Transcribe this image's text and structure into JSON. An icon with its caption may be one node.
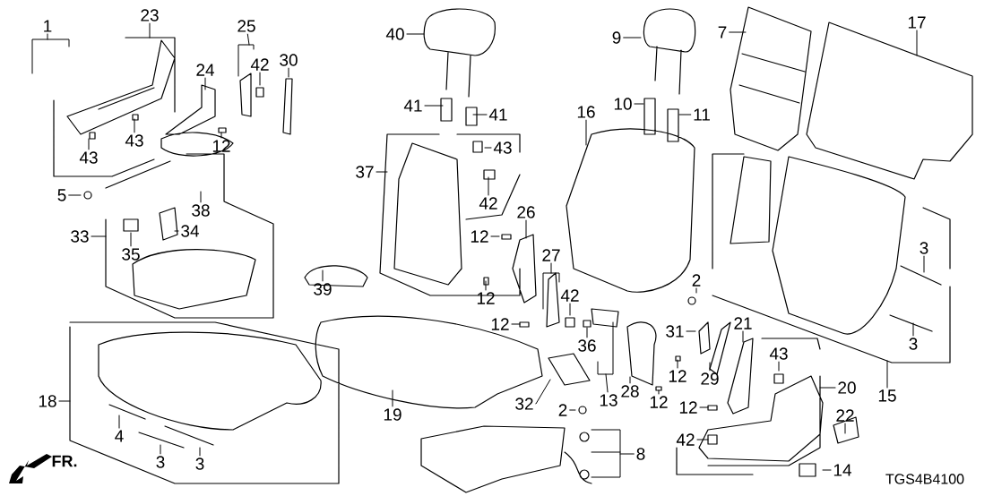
{
  "diagram": {
    "nodes": [
      {
        "text": [
          "1"
        ]
      },
      {
        "text": [
          "23"
        ]
      },
      {
        "text": [
          "25"
        ]
      },
      {
        "text": [
          "42"
        ]
      },
      {
        "text": [
          "30"
        ]
      },
      {
        "text": [
          "24"
        ]
      },
      {
        "text": [
          "12"
        ]
      },
      {
        "text": [
          "43"
        ]
      },
      {
        "text": [
          "43"
        ]
      },
      {
        "text": [
          "40"
        ]
      },
      {
        "text": [
          "9"
        ]
      },
      {
        "text": [
          "7"
        ]
      },
      {
        "text": [
          "17"
        ]
      },
      {
        "text": [
          "41"
        ]
      },
      {
        "text": [
          "41"
        ]
      },
      {
        "text": [
          "10"
        ]
      },
      {
        "text": [
          "11"
        ]
      },
      {
        "text": [
          "16"
        ]
      },
      {
        "text": [
          "43"
        ]
      },
      {
        "text": [
          "37"
        ]
      },
      {
        "text": [
          "5"
        ]
      },
      {
        "text": [
          "38"
        ]
      },
      {
        "text": [
          "34"
        ]
      },
      {
        "text": [
          "33"
        ]
      },
      {
        "text": [
          "35"
        ]
      },
      {
        "text": [
          "42"
        ]
      },
      {
        "text": [
          "26"
        ]
      },
      {
        "text": [
          "12"
        ]
      },
      {
        "text": [
          "3"
        ]
      },
      {
        "text": [
          "39"
        ]
      },
      {
        "text": [
          "12"
        ]
      },
      {
        "text": [
          "27"
        ]
      },
      {
        "text": [
          "42"
        ]
      },
      {
        "text": [
          "2"
        ]
      },
      {
        "text": [
          "12"
        ]
      },
      {
        "text": [
          "31"
        ]
      },
      {
        "text": [
          "21"
        ]
      },
      {
        "text": [
          "36"
        ]
      },
      {
        "text": [
          "3"
        ]
      },
      {
        "text": [
          "43"
        ]
      },
      {
        "text": [
          "12"
        ]
      },
      {
        "text": [
          "29"
        ]
      },
      {
        "text": [
          "28"
        ]
      },
      {
        "text": [
          "20"
        ]
      },
      {
        "text": [
          "15"
        ]
      },
      {
        "text": [
          "18"
        ]
      },
      {
        "text": [
          "13"
        ]
      },
      {
        "text": [
          "12"
        ]
      },
      {
        "text": [
          "32"
        ]
      },
      {
        "text": [
          "2"
        ]
      },
      {
        "text": [
          "12"
        ]
      },
      {
        "text": [
          "19"
        ]
      },
      {
        "text": [
          "22"
        ]
      },
      {
        "text": [
          "4"
        ]
      },
      {
        "text": [
          "42"
        ]
      },
      {
        "text": [
          "8"
        ]
      },
      {
        "text": [
          "3"
        ]
      },
      {
        "text": [
          "3"
        ]
      },
      {
        "text": [
          "14"
        ]
      },
      {
        "text": [],
        "shape": "bracket"
      },
      {
        "text": [],
        "shape": "bracket"
      },
      {
        "text": [],
        "shape": "bracket"
      },
      {
        "text": [],
        "shape": "bracket"
      },
      {
        "text": [],
        "shape": "bracket"
      }
    ],
    "edges": [
      {
        "from": 0,
        "to": 59,
        "arrow": "none"
      },
      {
        "from": 1,
        "to": null,
        "arrow": "none"
      },
      {
        "from": 2,
        "to": 60,
        "arrow": "none"
      },
      {
        "from": 3,
        "to": null,
        "arrow": "none"
      },
      {
        "from": 4,
        "to": null,
        "arrow": "none"
      },
      {
        "from": 5,
        "to": null,
        "arrow": "none"
      },
      {
        "from": 6,
        "to": null,
        "arrow": "none"
      },
      {
        "from": 7,
        "to": null,
        "arrow": "none"
      },
      {
        "from": 8,
        "to": null,
        "arrow": "none"
      },
      {
        "from": 9,
        "to": null,
        "arrow": "none"
      },
      {
        "from": 10,
        "to": null,
        "arrow": "none"
      },
      {
        "from": 11,
        "to": null,
        "arrow": "none"
      },
      {
        "from": 12,
        "to": null,
        "arrow": "none"
      },
      {
        "from": 13,
        "to": null,
        "arrow": "none"
      },
      {
        "from": 14,
        "to": null,
        "arrow": "none"
      },
      {
        "from": 15,
        "to": null,
        "arrow": "none"
      },
      {
        "from": 16,
        "to": null,
        "arrow": "none"
      },
      {
        "from": 17,
        "to": null,
        "arrow": "none"
      },
      {
        "from": 18,
        "to": null,
        "arrow": "none"
      },
      {
        "from": 19,
        "to": null,
        "arrow": "none"
      },
      {
        "from": 20,
        "to": null,
        "arrow": "none"
      },
      {
        "from": 21,
        "to": null,
        "arrow": "none"
      },
      {
        "from": 22,
        "to": null,
        "arrow": "none"
      },
      {
        "from": 23,
        "to": null,
        "arrow": "none"
      },
      {
        "from": 24,
        "to": null,
        "arrow": "none"
      },
      {
        "from": 25,
        "to": null,
        "arrow": "none"
      },
      {
        "from": 26,
        "to": null,
        "arrow": "none"
      },
      {
        "from": 27,
        "to": null,
        "arrow": "none"
      },
      {
        "from": 28,
        "to": null,
        "arrow": "none"
      },
      {
        "from": 29,
        "to": null,
        "arrow": "none"
      },
      {
        "from": 30,
        "to": null,
        "arrow": "none"
      },
      {
        "from": 31,
        "to": 61,
        "arrow": "none"
      },
      {
        "from": 32,
        "to": null,
        "arrow": "none"
      },
      {
        "from": 33,
        "to": null,
        "arrow": "none"
      },
      {
        "from": 34,
        "to": null,
        "arrow": "none"
      },
      {
        "from": 35,
        "to": null,
        "arrow": "none"
      },
      {
        "from": 36,
        "to": null,
        "arrow": "none"
      },
      {
        "from": 37,
        "to": null,
        "arrow": "none"
      },
      {
        "from": 38,
        "to": null,
        "arrow": "none"
      },
      {
        "from": 39,
        "to": null,
        "arrow": "none"
      },
      {
        "from": 40,
        "to": null,
        "arrow": "none"
      },
      {
        "from": 41,
        "to": null,
        "arrow": "none"
      },
      {
        "from": 42,
        "to": null,
        "arrow": "none"
      },
      {
        "from": 43,
        "to": null,
        "arrow": "none"
      },
      {
        "from": 44,
        "to": null,
        "arrow": "none"
      },
      {
        "from": 45,
        "to": null,
        "arrow": "none"
      },
      {
        "from": 46,
        "to": 62,
        "arrow": "none"
      },
      {
        "from": 47,
        "to": null,
        "arrow": "none"
      },
      {
        "from": 48,
        "to": null,
        "arrow": "none"
      },
      {
        "from": 49,
        "to": null,
        "arrow": "none"
      },
      {
        "from": 50,
        "to": null,
        "arrow": "none"
      },
      {
        "from": 51,
        "to": null,
        "arrow": "none"
      },
      {
        "from": 52,
        "to": null,
        "arrow": "none"
      },
      {
        "from": 53,
        "to": null,
        "arrow": "none"
      },
      {
        "from": 54,
        "to": null,
        "arrow": "none"
      },
      {
        "from": 55,
        "to": 63,
        "arrow": "none"
      },
      {
        "from": 56,
        "to": null,
        "arrow": "none"
      },
      {
        "from": 57,
        "to": null,
        "arrow": "none"
      },
      {
        "from": 58,
        "to": null,
        "arrow": "none"
      }
    ],
    "labels": [
      "FR.",
      "TGS4B4100"
    ]
  }
}
